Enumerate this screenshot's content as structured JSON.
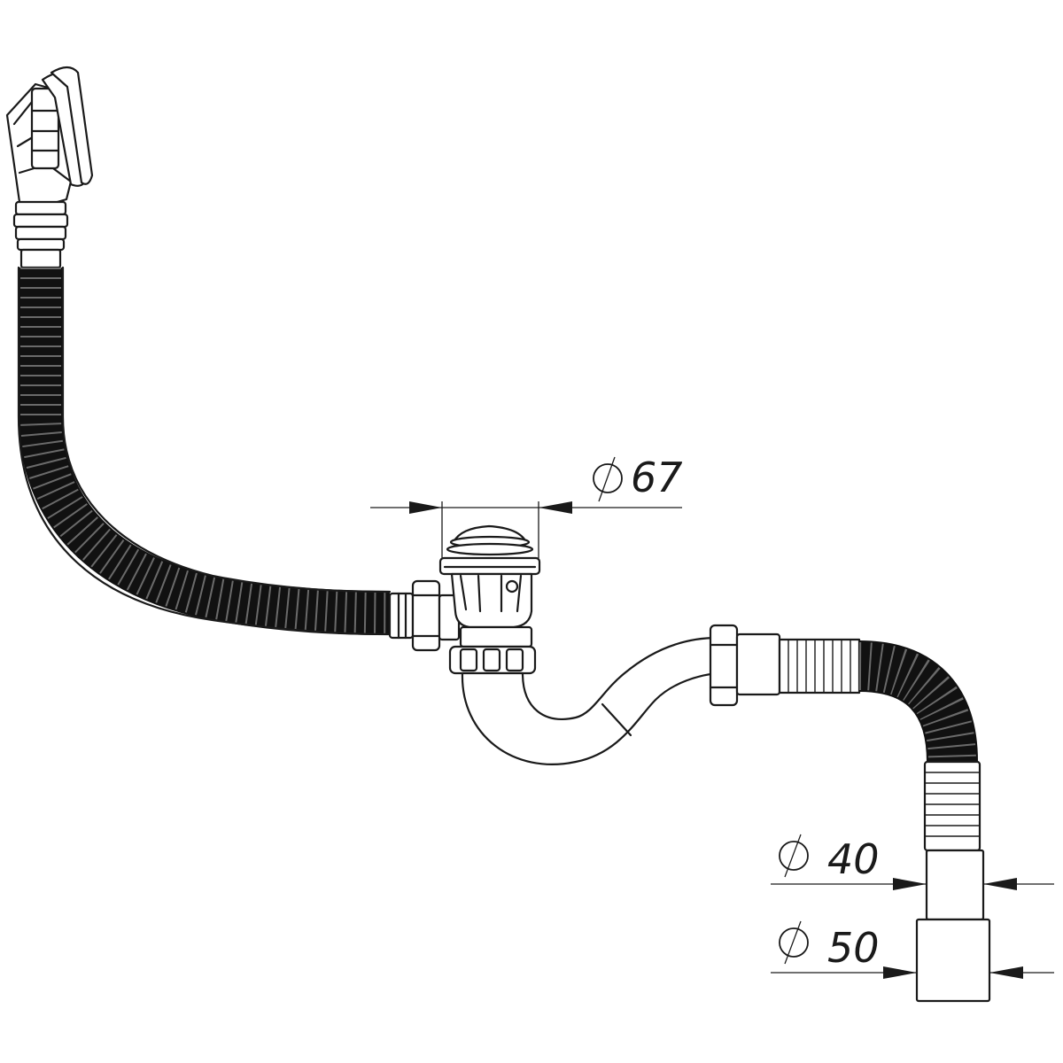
{
  "dimensions": {
    "outlet_diameter": {
      "symbol": "⌀",
      "value": "67"
    },
    "pipe_diameter_small": {
      "symbol": "⌀",
      "value": "40"
    },
    "pipe_diameter_large": {
      "symbol": "⌀",
      "value": "50"
    }
  },
  "colors": {
    "line": "#1a1a1a",
    "hose": "#111111",
    "background": "#ffffff"
  }
}
